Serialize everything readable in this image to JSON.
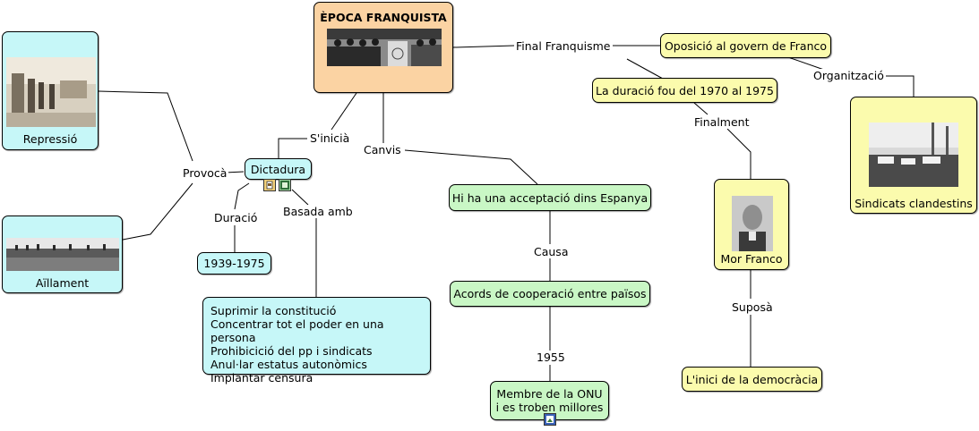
{
  "title": "ÈPOCA FRANQUISTA",
  "nodes": {
    "repressio": "Repressió",
    "aillament": "Aïllament",
    "dictadura": "Dictadura",
    "anys": "1939-1975",
    "mesures": [
      "Suprimir la constitució",
      "Concentrar tot el poder en una persona",
      "Prohibicició del pp i sindicats",
      "Anul·lar estatus autonòmics",
      "Implantar censura"
    ],
    "acceptacio": "Hi ha una acceptació dins Espanya",
    "acords": "Acords de cooperació entre països",
    "onu_1": "Membre de la ONU",
    "onu_2": "i es troben millores",
    "oposicio": "Oposició al govern de Franco",
    "durada": "La duració fou del 1970 al 1975",
    "mor_franco": "Mor Franco",
    "democracia": "L'inici de la democràcia",
    "sindicats": "Sindicats clandestins"
  },
  "links": {
    "provoca": "Provocà",
    "sinicia": "S'inicià",
    "canvis": "Canvis",
    "duracio": "Duració",
    "basada": "Basada amb",
    "causa": "Causa",
    "any_1955": "1955",
    "final": "Final Franquisme",
    "organitzacio": "Organització",
    "finalment": "Finalment",
    "suposa": "Suposà"
  },
  "colors": {
    "cyan": "#c6f7f8",
    "green": "#c9f7c5",
    "yellow": "#fbfbad",
    "orange": "#fbd3a3"
  },
  "icons": [
    "photo-icon",
    "film-icon",
    "image-icon"
  ]
}
